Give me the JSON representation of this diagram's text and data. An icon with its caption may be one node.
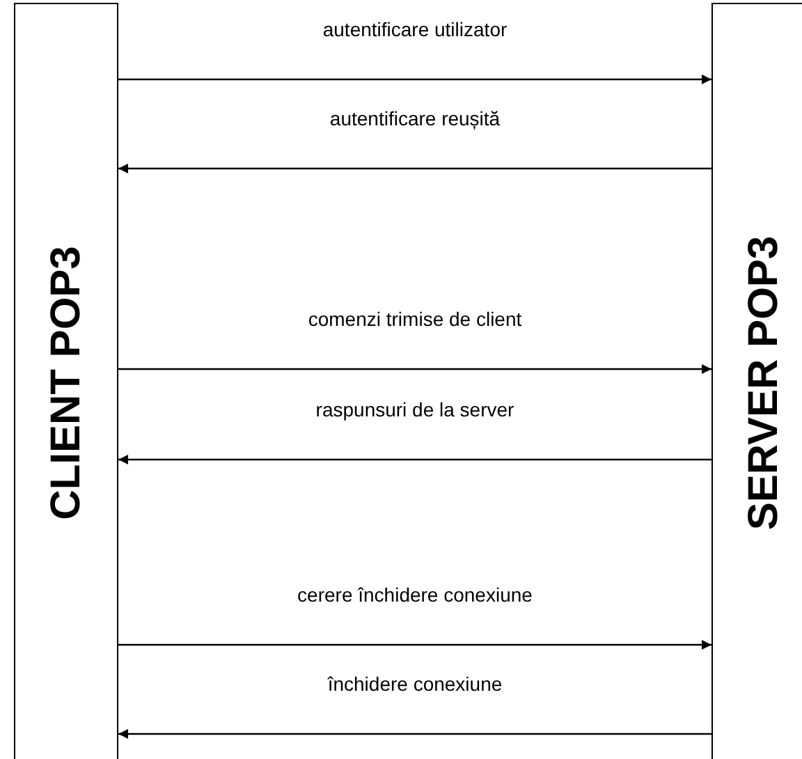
{
  "diagram": {
    "nodes": [
      {
        "text": [
          "CLIENT POP3"
        ]
      },
      {
        "text": [
          "SERVER POP3"
        ]
      }
    ],
    "edges": [
      {
        "from": 0,
        "to": 1,
        "arrow": "to",
        "label": "autentificare utilizator"
      },
      {
        "from": 1,
        "to": 0,
        "arrow": "to",
        "label": "autentificare reușită"
      },
      {
        "from": 0,
        "to": 1,
        "arrow": "to",
        "label": "comenzi trimise de client"
      },
      {
        "from": 1,
        "to": 0,
        "arrow": "to",
        "label": "raspunsuri de la server"
      },
      {
        "from": 0,
        "to": 1,
        "arrow": "to",
        "label": "cerere închidere conexiune"
      },
      {
        "from": 1,
        "to": 0,
        "arrow": "to",
        "label": "închidere conexiune"
      }
    ]
  }
}
